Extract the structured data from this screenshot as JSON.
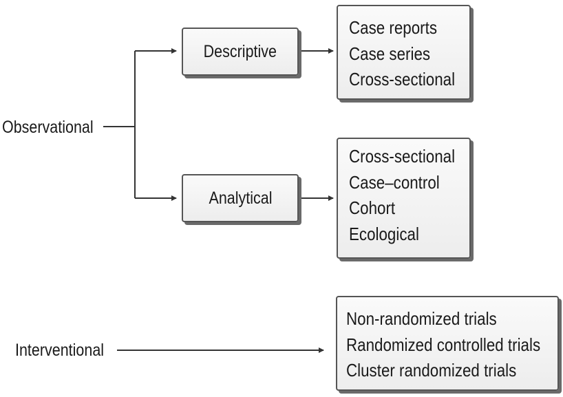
{
  "observational": {
    "label": "Observational",
    "descriptive": {
      "label": "Descriptive",
      "designs": [
        "Case reports",
        "Case series",
        "Cross-sectional"
      ]
    },
    "analytical": {
      "label": "Analytical",
      "designs": [
        "Cross-sectional",
        "Case–control",
        "Cohort",
        "Ecological"
      ]
    }
  },
  "interventional": {
    "label": "Interventional",
    "designs": [
      "Non-randomized trials",
      "Randomized controlled trials",
      "Cluster randomized trials"
    ]
  },
  "colors": {
    "line": "#333333",
    "box_border": "#555555",
    "shadow": "#6a6a6a"
  }
}
